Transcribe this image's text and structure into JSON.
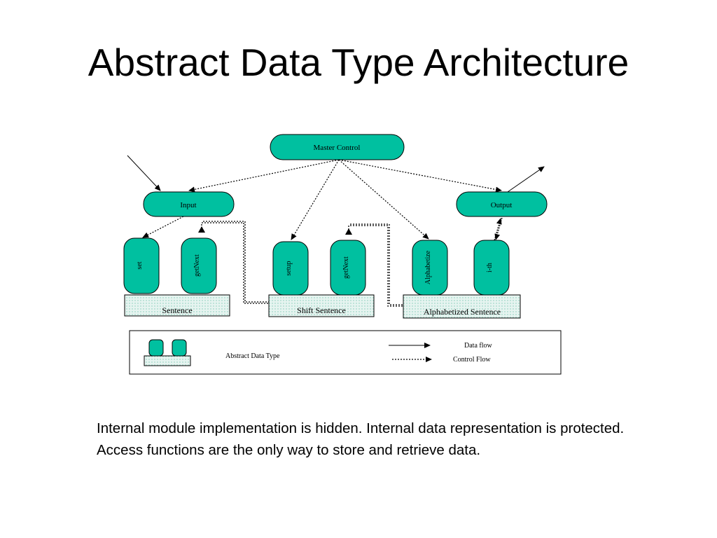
{
  "slide": {
    "title": "Abstract Data Type Architecture",
    "body": "Internal module implementation is hidden.  Internal data representation is protected.  Access functions are the only way to store and retrieve data."
  },
  "diagram": {
    "fill_color": "#00c0a0",
    "store_fill_color": "#d4ede6",
    "modules": {
      "master_control": "Master Control",
      "input": "Input",
      "output": "Output"
    },
    "access_functions": {
      "set": "set",
      "getnext_1": "getNext",
      "setup": "setup",
      "getnext_2": "getNext",
      "alphabetize": "Alphabetize",
      "ith": "i-th"
    },
    "data_stores": {
      "sentence": "Sentence",
      "shift_sentence": "Shift Sentence",
      "alphabetized_sentence": "Alphabetized Sentence"
    },
    "legend": {
      "adt_label": "Abstract Data Type",
      "data_flow": "Data flow",
      "control_flow": "Control Flow"
    }
  }
}
